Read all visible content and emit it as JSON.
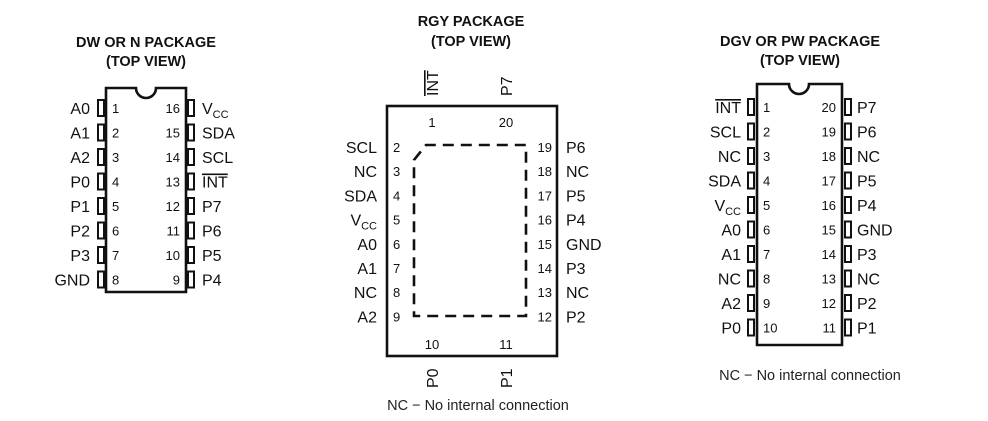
{
  "dw_package": {
    "title_line1": "DW OR N PACKAGE",
    "title_line2": "(TOP VIEW)",
    "left_pins": [
      {
        "num": "1",
        "name": "A0"
      },
      {
        "num": "2",
        "name": "A1"
      },
      {
        "num": "3",
        "name": "A2"
      },
      {
        "num": "4",
        "name": "P0"
      },
      {
        "num": "5",
        "name": "P1"
      },
      {
        "num": "6",
        "name": "P2"
      },
      {
        "num": "7",
        "name": "P3"
      },
      {
        "num": "8",
        "name": "GND"
      }
    ],
    "right_pins": [
      {
        "num": "16",
        "name": "VCC",
        "name_main": "V",
        "name_sub": "CC"
      },
      {
        "num": "15",
        "name": "SDA"
      },
      {
        "num": "14",
        "name": "SCL"
      },
      {
        "num": "13",
        "name": "INT",
        "overline": true
      },
      {
        "num": "12",
        "name": "P7"
      },
      {
        "num": "11",
        "name": "P6"
      },
      {
        "num": "10",
        "name": "P5"
      },
      {
        "num": "9",
        "name": "P4"
      }
    ]
  },
  "rgy_package": {
    "title_line1": "RGY PACKAGE",
    "title_line2": "(TOP VIEW)",
    "top_pins": [
      {
        "num": "1",
        "name": "INT",
        "overline": true
      },
      {
        "num": "20",
        "name": "P7"
      }
    ],
    "bottom_pins": [
      {
        "num": "10",
        "name": "P0"
      },
      {
        "num": "11",
        "name": "P1"
      }
    ],
    "left_pins": [
      {
        "num": "2",
        "name": "SCL"
      },
      {
        "num": "3",
        "name": "NC"
      },
      {
        "num": "4",
        "name": "SDA"
      },
      {
        "num": "5",
        "name": "VCC",
        "name_main": "V",
        "name_sub": "CC"
      },
      {
        "num": "6",
        "name": "A0"
      },
      {
        "num": "7",
        "name": "A1"
      },
      {
        "num": "8",
        "name": "NC"
      },
      {
        "num": "9",
        "name": "A2"
      }
    ],
    "right_pins": [
      {
        "num": "19",
        "name": "P6"
      },
      {
        "num": "18",
        "name": "NC"
      },
      {
        "num": "17",
        "name": "P5"
      },
      {
        "num": "16",
        "name": "P4"
      },
      {
        "num": "15",
        "name": "GND"
      },
      {
        "num": "14",
        "name": "P3"
      },
      {
        "num": "13",
        "name": "NC"
      },
      {
        "num": "12",
        "name": "P2"
      }
    ],
    "note": "NC − No internal connection"
  },
  "dgv_package": {
    "title_line1": "DGV OR PW PACKAGE",
    "title_line2": "(TOP VIEW)",
    "left_pins": [
      {
        "num": "1",
        "name": "INT",
        "overline": true
      },
      {
        "num": "2",
        "name": "SCL"
      },
      {
        "num": "3",
        "name": "NC"
      },
      {
        "num": "4",
        "name": "SDA"
      },
      {
        "num": "5",
        "name": "VCC",
        "name_main": "V",
        "name_sub": "CC"
      },
      {
        "num": "6",
        "name": "A0"
      },
      {
        "num": "7",
        "name": "A1"
      },
      {
        "num": "8",
        "name": "NC"
      },
      {
        "num": "9",
        "name": "A2"
      },
      {
        "num": "10",
        "name": "P0"
      }
    ],
    "right_pins": [
      {
        "num": "20",
        "name": "P7"
      },
      {
        "num": "19",
        "name": "P6"
      },
      {
        "num": "18",
        "name": "NC"
      },
      {
        "num": "17",
        "name": "P5"
      },
      {
        "num": "16",
        "name": "P4"
      },
      {
        "num": "15",
        "name": "GND"
      },
      {
        "num": "14",
        "name": "P3"
      },
      {
        "num": "13",
        "name": "NC"
      },
      {
        "num": "12",
        "name": "P2"
      },
      {
        "num": "11",
        "name": "P1"
      }
    ],
    "note": "NC − No internal connection"
  }
}
